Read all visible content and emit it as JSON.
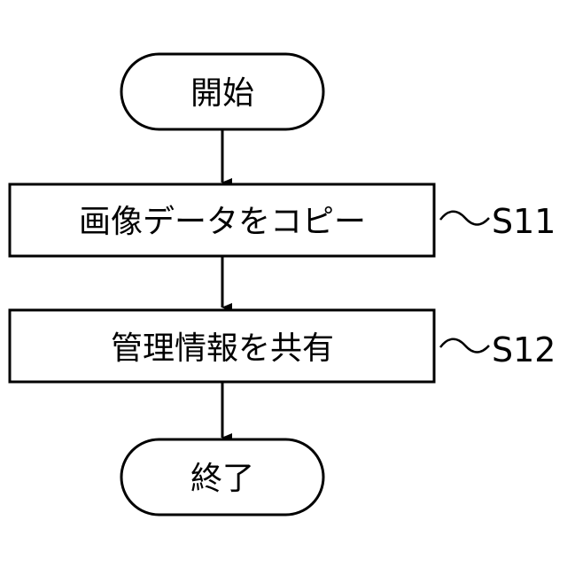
{
  "flowchart": {
    "start": {
      "label": "開始"
    },
    "steps": [
      {
        "label": "画像データをコピー",
        "id": "S11"
      },
      {
        "label": "管理情報を共有",
        "id": "S12"
      }
    ],
    "end": {
      "label": "終了"
    }
  }
}
